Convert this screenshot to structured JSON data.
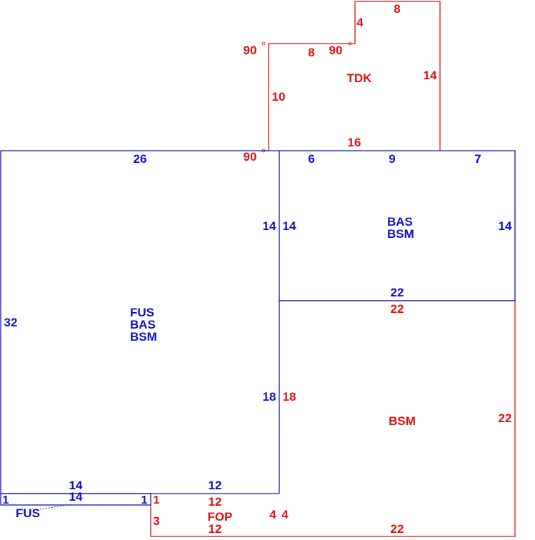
{
  "colors": {
    "blue": "#1010c8",
    "red": "#e01010"
  },
  "areas": {
    "tdk": {
      "code": "TDK",
      "color": "red"
    },
    "main": {
      "codes": [
        "FUS",
        "BAS",
        "BSM"
      ],
      "color": "blue"
    },
    "bas_right": {
      "codes": [
        "BAS",
        "BSM"
      ],
      "color": "blue"
    },
    "bsm_lower": {
      "code": "BSM",
      "color": "red"
    },
    "fop": {
      "code": "FOP",
      "color": "red"
    },
    "fus_strip": {
      "code": "FUS",
      "color": "blue"
    }
  },
  "dimensions": {
    "tdk_top": "8",
    "tdk_step": "4",
    "tdk_top_left": "8",
    "tdk_angle_1": "90",
    "tdk_angle_2": "90",
    "tdk_left": "10",
    "tdk_right": "14",
    "tdk_bottom": "16",
    "tdk_angle_3": "90",
    "main_top": "26",
    "main_left": "32",
    "main_right_upper": "14",
    "main_right_lower": "18",
    "main_bottom_left": "14",
    "main_bottom_right": "12",
    "bas_top_a": "6",
    "bas_top_b": "9",
    "bas_top_c": "7",
    "bas_left": "14",
    "bas_right": "14",
    "bas_bottom": "22",
    "bsm_top": "22",
    "bsm_left": "18",
    "bsm_right": "22",
    "bsm_bottom": "22",
    "fus_top": "14",
    "fus_left": "1",
    "fus_right": "1",
    "fop_left_top": "1",
    "fop_top": "12",
    "fop_left": "3",
    "fop_right": "4",
    "fop_bottom": "12",
    "bsm_left_bottom": "4"
  }
}
